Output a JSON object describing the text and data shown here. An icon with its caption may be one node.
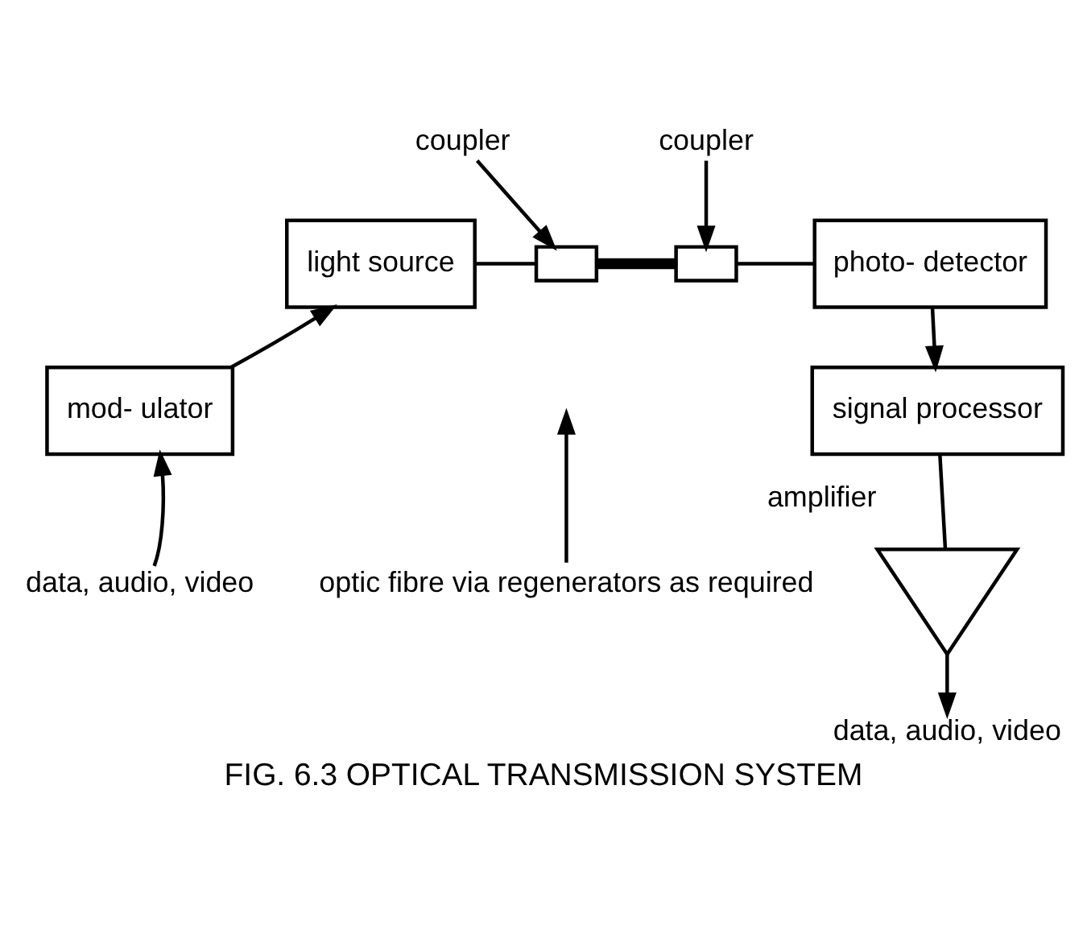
{
  "diagram": {
    "caption": "FIG. 6.3 OPTICAL TRANSMISSION SYSTEM",
    "nodes": [
      {
        "text": [
          "light source"
        ]
      },
      {
        "text": [],
        "shape": "box"
      },
      {
        "text": [],
        "shape": "box"
      },
      {
        "text": [
          "photo- detector"
        ]
      },
      {
        "text": [
          "mod- ulator"
        ]
      },
      {
        "text": [
          "signal processor"
        ]
      },
      {
        "text": [],
        "shape": "triangle",
        "beside": [
          "amplifier"
        ]
      },
      {
        "text": [
          "data, audio, video"
        ]
      },
      {
        "text": [
          "data, audio, video"
        ]
      },
      {
        "text": [
          "coupler"
        ]
      },
      {
        "text": [
          "coupler"
        ]
      },
      {
        "text": [
          "optic fibre via regenerators as required"
        ]
      }
    ],
    "edges": [
      {
        "from": 7,
        "to": 4,
        "arrow": "to"
      },
      {
        "from": 4,
        "to": 0,
        "arrow": "to"
      },
      {
        "from": 0,
        "to": 1,
        "arrow": "none"
      },
      {
        "from": 1,
        "to": 2,
        "arrow": "none",
        "style": "thick"
      },
      {
        "from": 2,
        "to": 3,
        "arrow": "none"
      },
      {
        "from": 3,
        "to": 5,
        "arrow": "to"
      },
      {
        "from": 5,
        "to": 6,
        "arrow": "none"
      },
      {
        "from": 6,
        "to": 8,
        "arrow": "to"
      },
      {
        "from": 9,
        "to": 1,
        "arrow": "to"
      },
      {
        "from": 10,
        "to": 2,
        "arrow": "to"
      },
      {
        "from": 11,
        "to": null,
        "arrow": "to"
      }
    ]
  }
}
